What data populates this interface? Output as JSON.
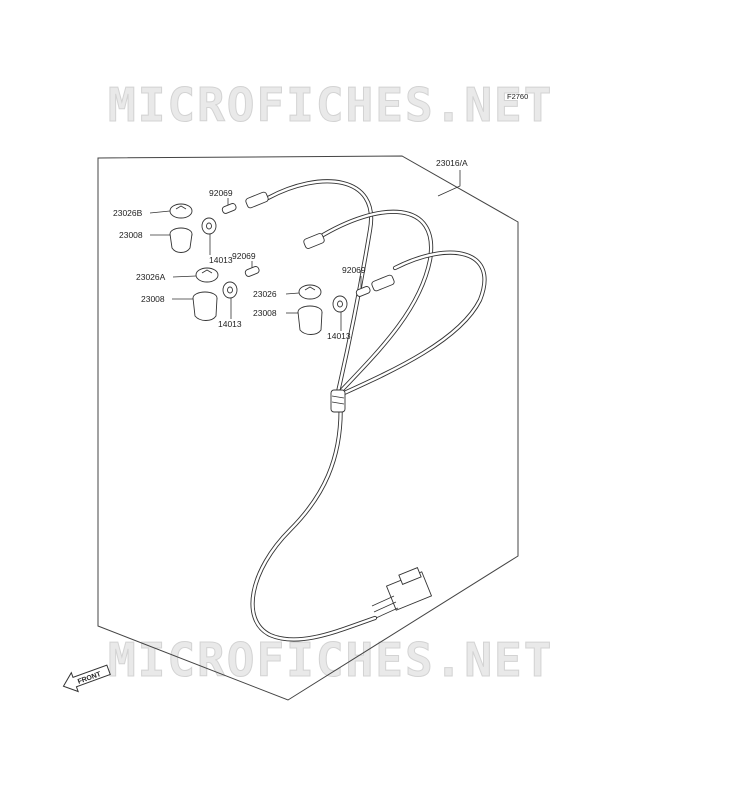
{
  "watermark": {
    "top": "MICROFICHES.NET",
    "bottom": "MICROFICHES.NET"
  },
  "figure_code": "F2760",
  "front_label": "FRONT",
  "labels": {
    "harness": "23016/A",
    "cap_b": "23026B",
    "cap_a": "23026A",
    "cap_plain": "23026",
    "socket_1": "23008",
    "socket_2": "23008",
    "socket_3": "23008",
    "bulb_1": "92069",
    "bulb_2": "92069",
    "bulb_3": "92069",
    "washer_1": "14013",
    "washer_2": "14013",
    "washer_3": "14013"
  },
  "colors": {
    "line": "#333333",
    "watermark_fill": "#e9e9e9",
    "watermark_stroke": "#d3d3d3"
  }
}
